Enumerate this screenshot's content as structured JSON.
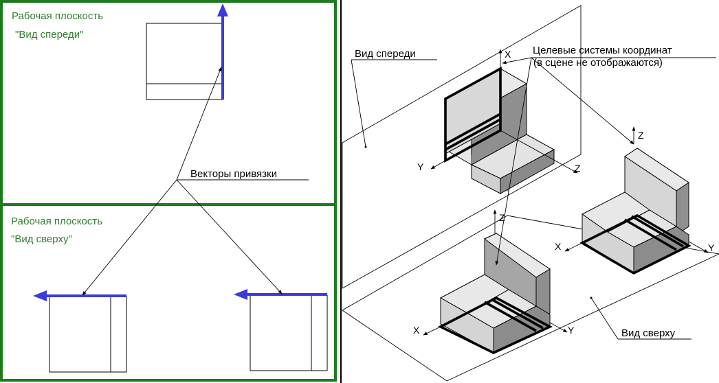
{
  "left_panel": {
    "front_plane": {
      "title": "Рабочая плоскость",
      "subtitle": "\"Вид спереди\""
    },
    "top_plane": {
      "title": "Рабочая плоскость",
      "subtitle": "\"Вид сверху\""
    },
    "vectors_label": "Векторы привязки"
  },
  "right_panel": {
    "front_view_label": "Вид спереди",
    "top_view_label": "Вид сверху",
    "target_cs_label_line1": "Целевые системы координат",
    "target_cs_label_line2": "(в сцене не отображаются)",
    "axis_labels": {
      "x": "X",
      "y": "Y",
      "z": "Z"
    }
  },
  "colors": {
    "frame_green": "#1f7a1f",
    "label_green": "#2f7d2f",
    "vector_blue": "#3b3bdc"
  }
}
